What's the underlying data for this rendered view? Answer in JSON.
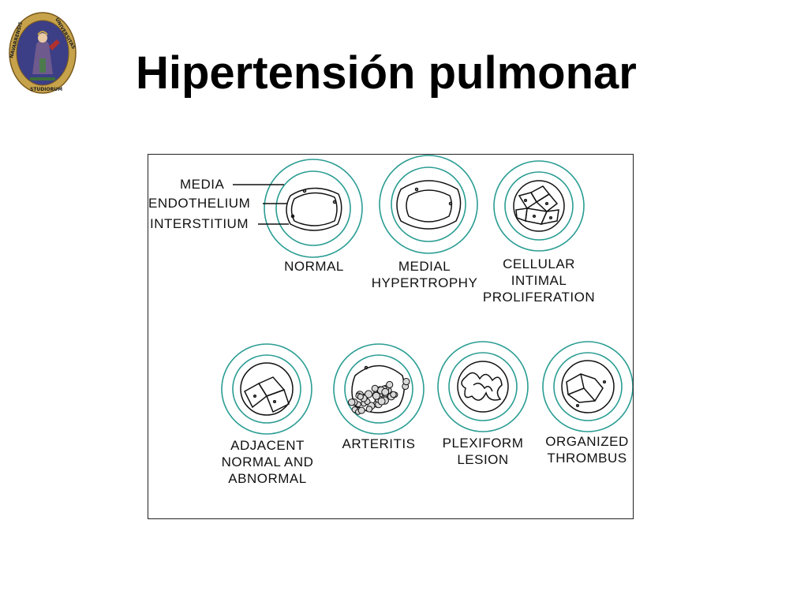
{
  "slide": {
    "title": "Hipertensión pulmonar",
    "seal_text": "NAVARRENSIS · UNIVERSITAS · STUDIORUM"
  },
  "diagram": {
    "legend": {
      "media": "MEDIA",
      "endothelium": "ENDOTHELIUM",
      "interstitium": "INTERSTITIUM"
    },
    "panels": [
      {
        "id": "normal",
        "label": "NORMAL"
      },
      {
        "id": "medial-hypertrophy",
        "label": "MEDIAL\nHYPERTROPHY"
      },
      {
        "id": "cellular-intimal-proliferation",
        "label": "CELLULAR\nINTIMAL\nPROLIFERATION"
      },
      {
        "id": "adjacent-normal-and-abnormal",
        "label": "ADJACENT\nNORMAL AND\nABNORMAL"
      },
      {
        "id": "arteritis",
        "label": "ARTERITIS"
      },
      {
        "id": "plexiform-lesion",
        "label": "PLEXIFORM\nLESION"
      },
      {
        "id": "organized-thrombus",
        "label": "ORGANIZED\nTHROMBUS"
      }
    ]
  },
  "colors": {
    "ring": "#2a9d93",
    "ink": "#111111",
    "seal_blue": "#3c3f86",
    "seal_gold": "#c6a24a"
  }
}
